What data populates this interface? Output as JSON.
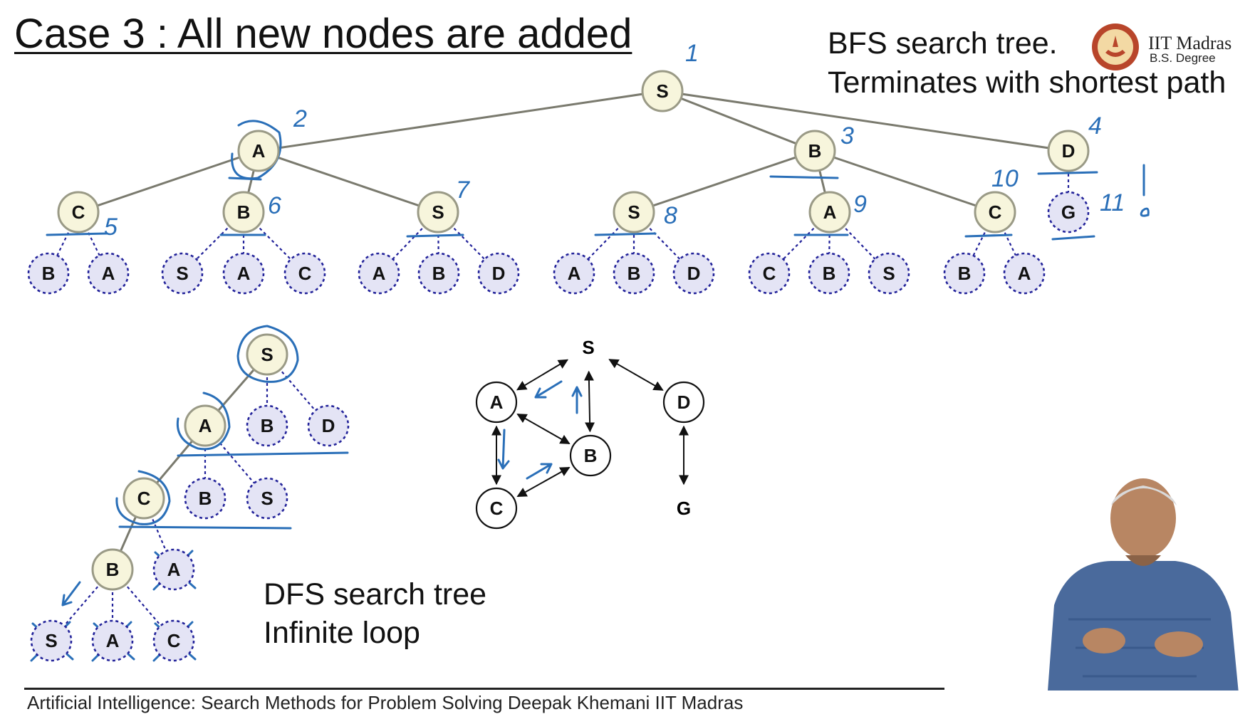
{
  "slide": {
    "title": "Case 3 : All new nodes are added",
    "bfs_note_line1": "BFS search tree.",
    "bfs_note_line2": "Terminates with shortest path",
    "dfs_note_line1": "DFS search tree",
    "dfs_note_line2": "Infinite loop",
    "footer": "Artificial Intelligence: Search Methods for Problem Solving          Deepak Khemani  IIT Madras"
  },
  "logo": {
    "line1": "IIT Madras",
    "line2": "B.S. Degree"
  },
  "bfs_tree": {
    "root": "S",
    "level1": [
      "A",
      "B",
      "D"
    ],
    "level2": [
      "C",
      "B",
      "S",
      "S",
      "A",
      "C",
      "G"
    ],
    "level3": [
      "B",
      "A",
      "S",
      "A",
      "C",
      "A",
      "B",
      "D",
      "A",
      "B",
      "D",
      "C",
      "B",
      "S",
      "B",
      "A"
    ],
    "handwritten_numbers": [
      "1",
      "2",
      "3",
      "4",
      "5",
      "6",
      "7",
      "8",
      "9",
      "10",
      "11"
    ]
  },
  "graph": {
    "nodes": [
      "S",
      "A",
      "D",
      "B",
      "C",
      "G"
    ],
    "highlight_nodes": [
      "S",
      "G"
    ],
    "highlight_color": "#d32f2f"
  },
  "dfs_tree": {
    "nodes": [
      "S",
      "A",
      "B",
      "D",
      "C",
      "B",
      "S",
      "B",
      "A",
      "S",
      "A",
      "C"
    ]
  },
  "colors": {
    "expanded_fill": "#f7f5dc",
    "frontier_fill": "#e4e4f5",
    "frontier_stroke": "#23239a",
    "ink_blue": "#2a6fb8",
    "edge_gray": "#7a7a6e"
  }
}
